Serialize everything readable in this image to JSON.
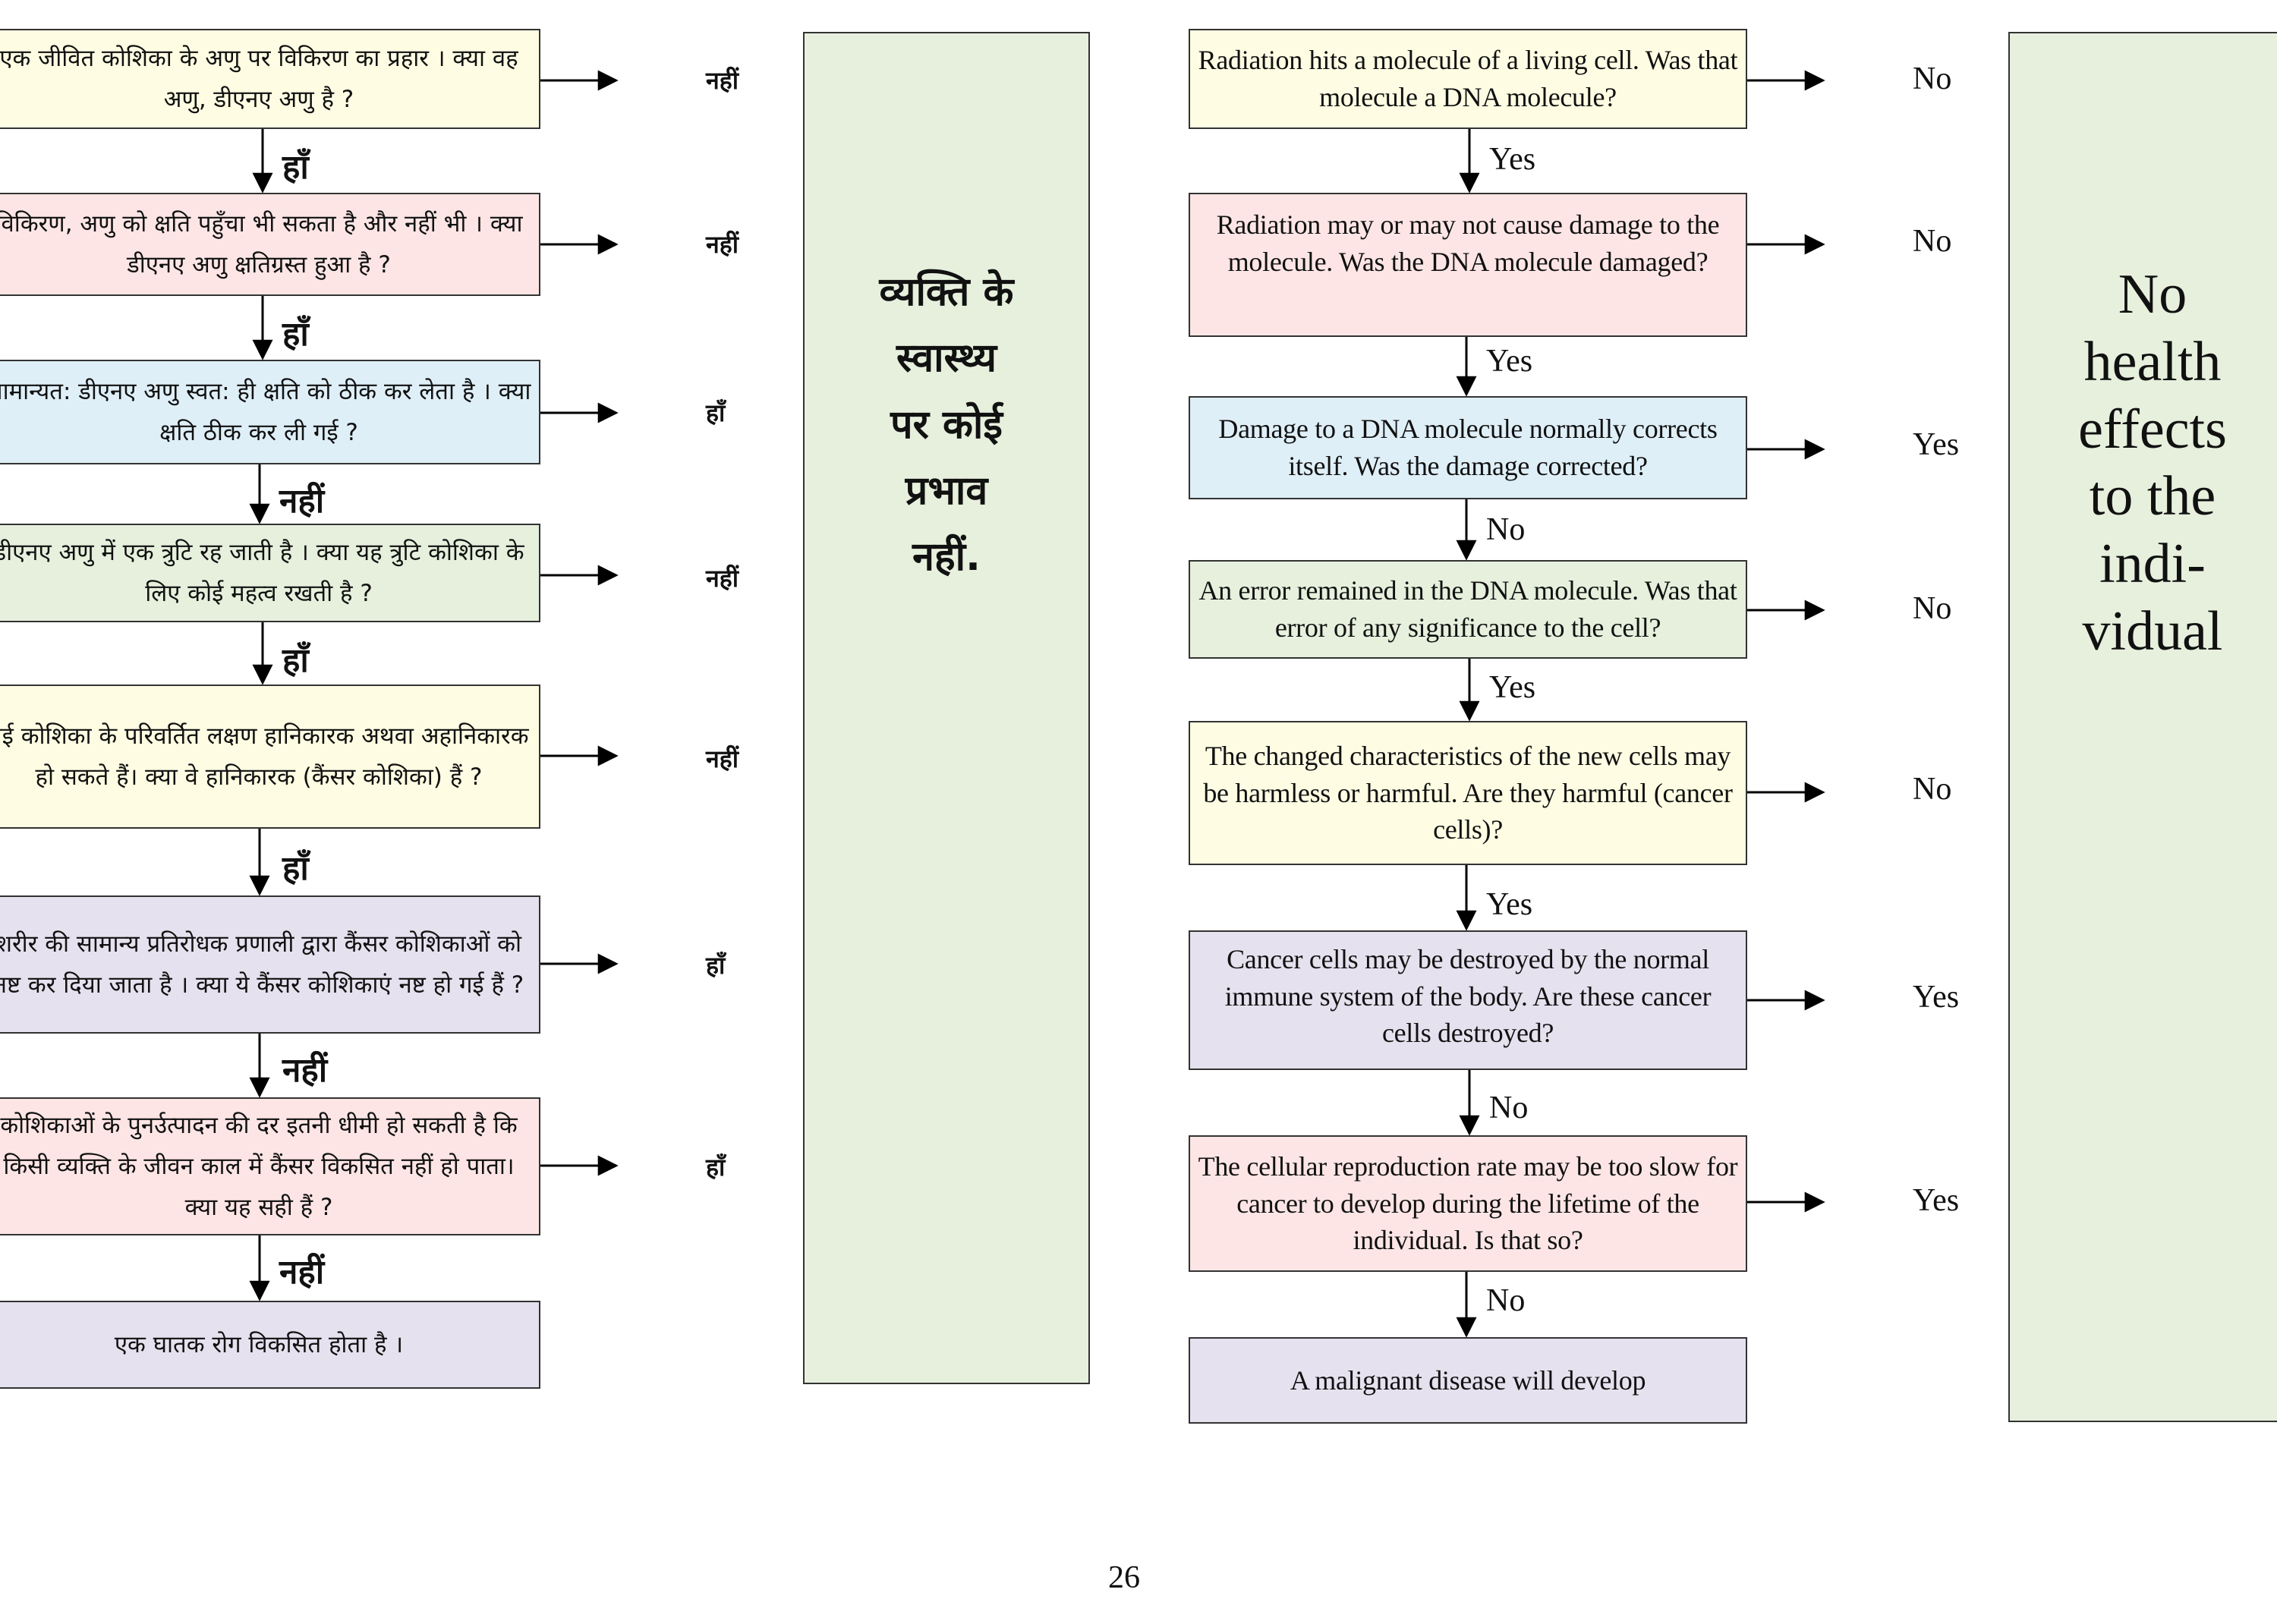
{
  "hindi_flow": {
    "steps": [
      {
        "text": "एक जीवित कोशिका के अणु पर विकिरण का प्रहार । क्या वह अणु, डीएनए अणु है ?",
        "side_answer": "नहीं",
        "down_answer": "हाँ"
      },
      {
        "text": "विकिरण, अणु को क्षति पहुँचा भी सकता है और नहीं भी । क्या डीएनए अणु क्षतिग्रस्त हुआ है ?",
        "side_answer": "नहीं",
        "down_answer": "हाँ"
      },
      {
        "text": "सामान्यत: डीएनए अणु स्वत: ही क्षति को ठीक कर लेता है । क्या क्षति ठीक कर ली गई ?",
        "side_answer": "हाँ",
        "down_answer": "नहीं"
      },
      {
        "text": "डीएनए अणु में एक त्रुटि रह जाती है । क्या यह त्रुटि कोशिका के लिए कोई महत्व रखती है ?",
        "side_answer": "नहीं",
        "down_answer": "हाँ"
      },
      {
        "text": "नई कोशिका के परिवर्तित लक्षण हानिकारक अथवा अहानिकारक हो सकते हैं। क्या वे हानिकारक (कैंसर कोशिका) हैं ?",
        "side_answer": "नहीं",
        "down_answer": "हाँ"
      },
      {
        "text": "शरीर की सामान्य प्रतिरोधक प्रणाली द्वारा कैंसर कोशिकाओं को नष्ट कर दिया जाता है । क्या ये कैंसर कोशिकाएं नष्ट हो गई हैं ?",
        "side_answer": "हाँ",
        "down_answer": "नहीं"
      },
      {
        "text": "कोशिकाओं के पुनर्उत्पादन की दर इतनी धीमी हो सकती है कि किसी व्यक्ति के जीवन काल में कैंसर विकसित नहीं हो पाता। क्या यह सही हैं ?",
        "side_answer": "हाँ",
        "down_answer": "नहीं"
      }
    ],
    "final": "एक घातक रोग विकसित होता है ।",
    "outcome": "व्यक्ति के स्वास्थ्य पर कोई प्रभाव नहीं."
  },
  "english_flow": {
    "steps": [
      {
        "text": "Radiation hits a molecule of a living cell. Was that molecule a DNA molecule?",
        "side_answer": "No",
        "down_answer": "Yes"
      },
      {
        "text": "Radiation may or may not cause damage to the molecule. Was the DNA molecule damaged?",
        "side_answer": "No",
        "down_answer": "Yes"
      },
      {
        "text": "Damage to a DNA molecule normally corrects itself. Was the damage corrected?",
        "side_answer": "Yes",
        "down_answer": "No"
      },
      {
        "text": "An error remained in the DNA molecule. Was that error of any significance to the cell?",
        "side_answer": "No",
        "down_answer": "Yes"
      },
      {
        "text": "The changed characteristics of the new cells may be harmless or harmful. Are they harmful (cancer cells)?",
        "side_answer": "No",
        "down_answer": "Yes"
      },
      {
        "text": "Cancer cells may be destroyed by the normal immune system of the body. Are these cancer cells destroyed?",
        "side_answer": "Yes",
        "down_answer": "No"
      },
      {
        "text": "The cellular reproduction rate may be too slow for cancer to develop during the lifetime of the individual. Is that so?",
        "side_answer": "Yes",
        "down_answer": "No"
      }
    ],
    "final": "A malignant disease will develop",
    "outcome": "No health effects to the indi- vidual"
  },
  "page_number": "26",
  "colors": {
    "yellow": "#fefde3",
    "pink": "#fde5e5",
    "blue": "#dfeff8",
    "green": "#e6f0dd",
    "purple": "#e6e1ee",
    "line": "#000000"
  }
}
